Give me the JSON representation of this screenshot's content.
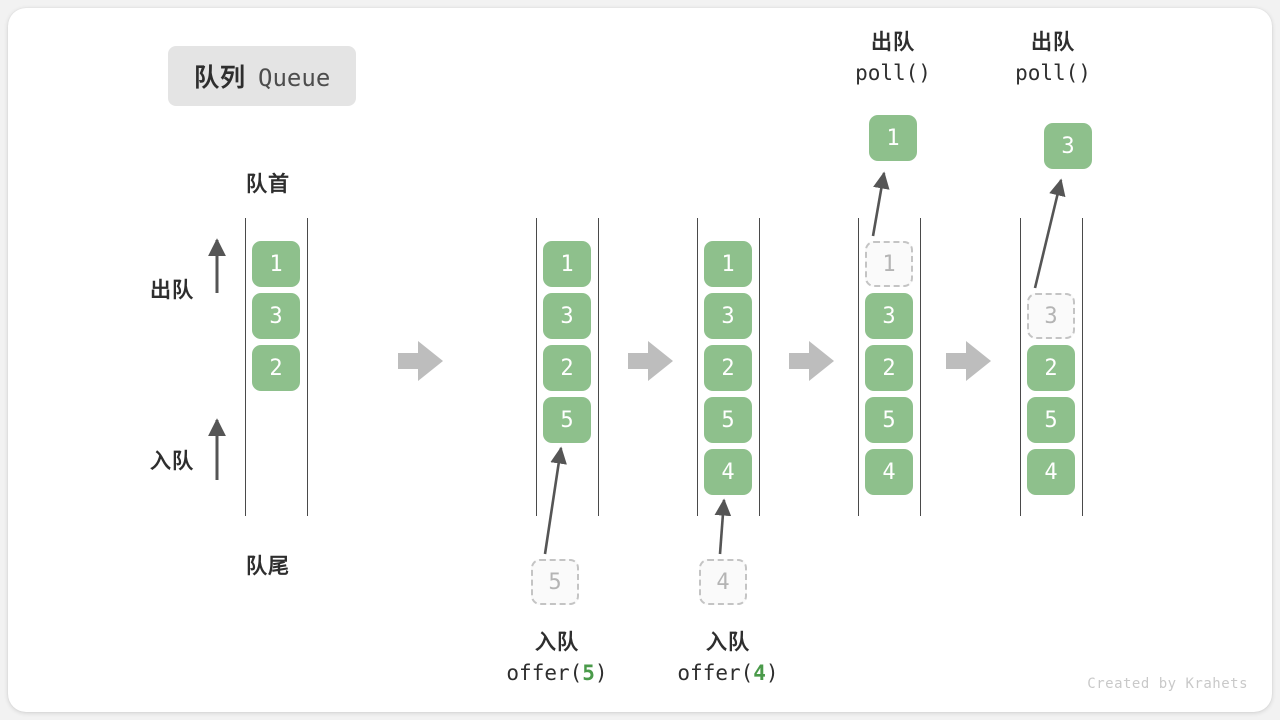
{
  "title": {
    "cn": "队列",
    "en": "Queue"
  },
  "labels": {
    "head": "队首",
    "tail": "队尾",
    "dequeue_axis": "出队",
    "enqueue_axis": "入队"
  },
  "colors": {
    "box_fill": "#8ec08c",
    "box_text": "#ffffff",
    "ghost_fill": "#fafafa",
    "ghost_border": "#c4c4c4",
    "ghost_text": "#b4b4b4",
    "rail": "#4a4a4a",
    "arrow": "#555555",
    "step_arrow": "#bdbdbd",
    "badge_bg": "#e4e4e4",
    "accent_num": "#4a9a4a"
  },
  "columns": [
    {
      "name": "initial-queue",
      "slots": [
        {
          "value": "1",
          "state": "filled"
        },
        {
          "value": "3",
          "state": "filled"
        },
        {
          "value": "2",
          "state": "filled"
        }
      ]
    },
    {
      "name": "after-offer-5",
      "slots": [
        {
          "value": "1",
          "state": "filled"
        },
        {
          "value": "3",
          "state": "filled"
        },
        {
          "value": "2",
          "state": "filled"
        },
        {
          "value": "5",
          "state": "filled"
        }
      ],
      "incoming": {
        "value": "5",
        "state": "ghost"
      },
      "caption": {
        "cn": "入队",
        "code_prefix": "offer(",
        "code_num": "5",
        "code_suffix": ")"
      }
    },
    {
      "name": "after-offer-4",
      "slots": [
        {
          "value": "1",
          "state": "filled"
        },
        {
          "value": "3",
          "state": "filled"
        },
        {
          "value": "2",
          "state": "filled"
        },
        {
          "value": "5",
          "state": "filled"
        },
        {
          "value": "4",
          "state": "filled"
        }
      ],
      "incoming": {
        "value": "4",
        "state": "ghost"
      },
      "caption": {
        "cn": "入队",
        "code_prefix": "offer(",
        "code_num": "4",
        "code_suffix": ")"
      }
    },
    {
      "name": "after-poll-1",
      "slots": [
        {
          "value": "1",
          "state": "ghost"
        },
        {
          "value": "3",
          "state": "filled"
        },
        {
          "value": "2",
          "state": "filled"
        },
        {
          "value": "5",
          "state": "filled"
        },
        {
          "value": "4",
          "state": "filled"
        }
      ],
      "outgoing": {
        "value": "1",
        "state": "filled"
      },
      "caption": {
        "cn": "出队",
        "code_prefix": "poll(",
        "code_num": "",
        "code_suffix": ")"
      }
    },
    {
      "name": "after-poll-3",
      "slots": [
        {
          "value": "",
          "state": "empty"
        },
        {
          "value": "3",
          "state": "ghost"
        },
        {
          "value": "2",
          "state": "filled"
        },
        {
          "value": "5",
          "state": "filled"
        },
        {
          "value": "4",
          "state": "filled"
        }
      ],
      "outgoing": {
        "value": "3",
        "state": "filled"
      },
      "caption": {
        "cn": "出队",
        "code_prefix": "poll(",
        "code_num": "",
        "code_suffix": ")"
      }
    }
  ],
  "credit": "Created by Krahets"
}
